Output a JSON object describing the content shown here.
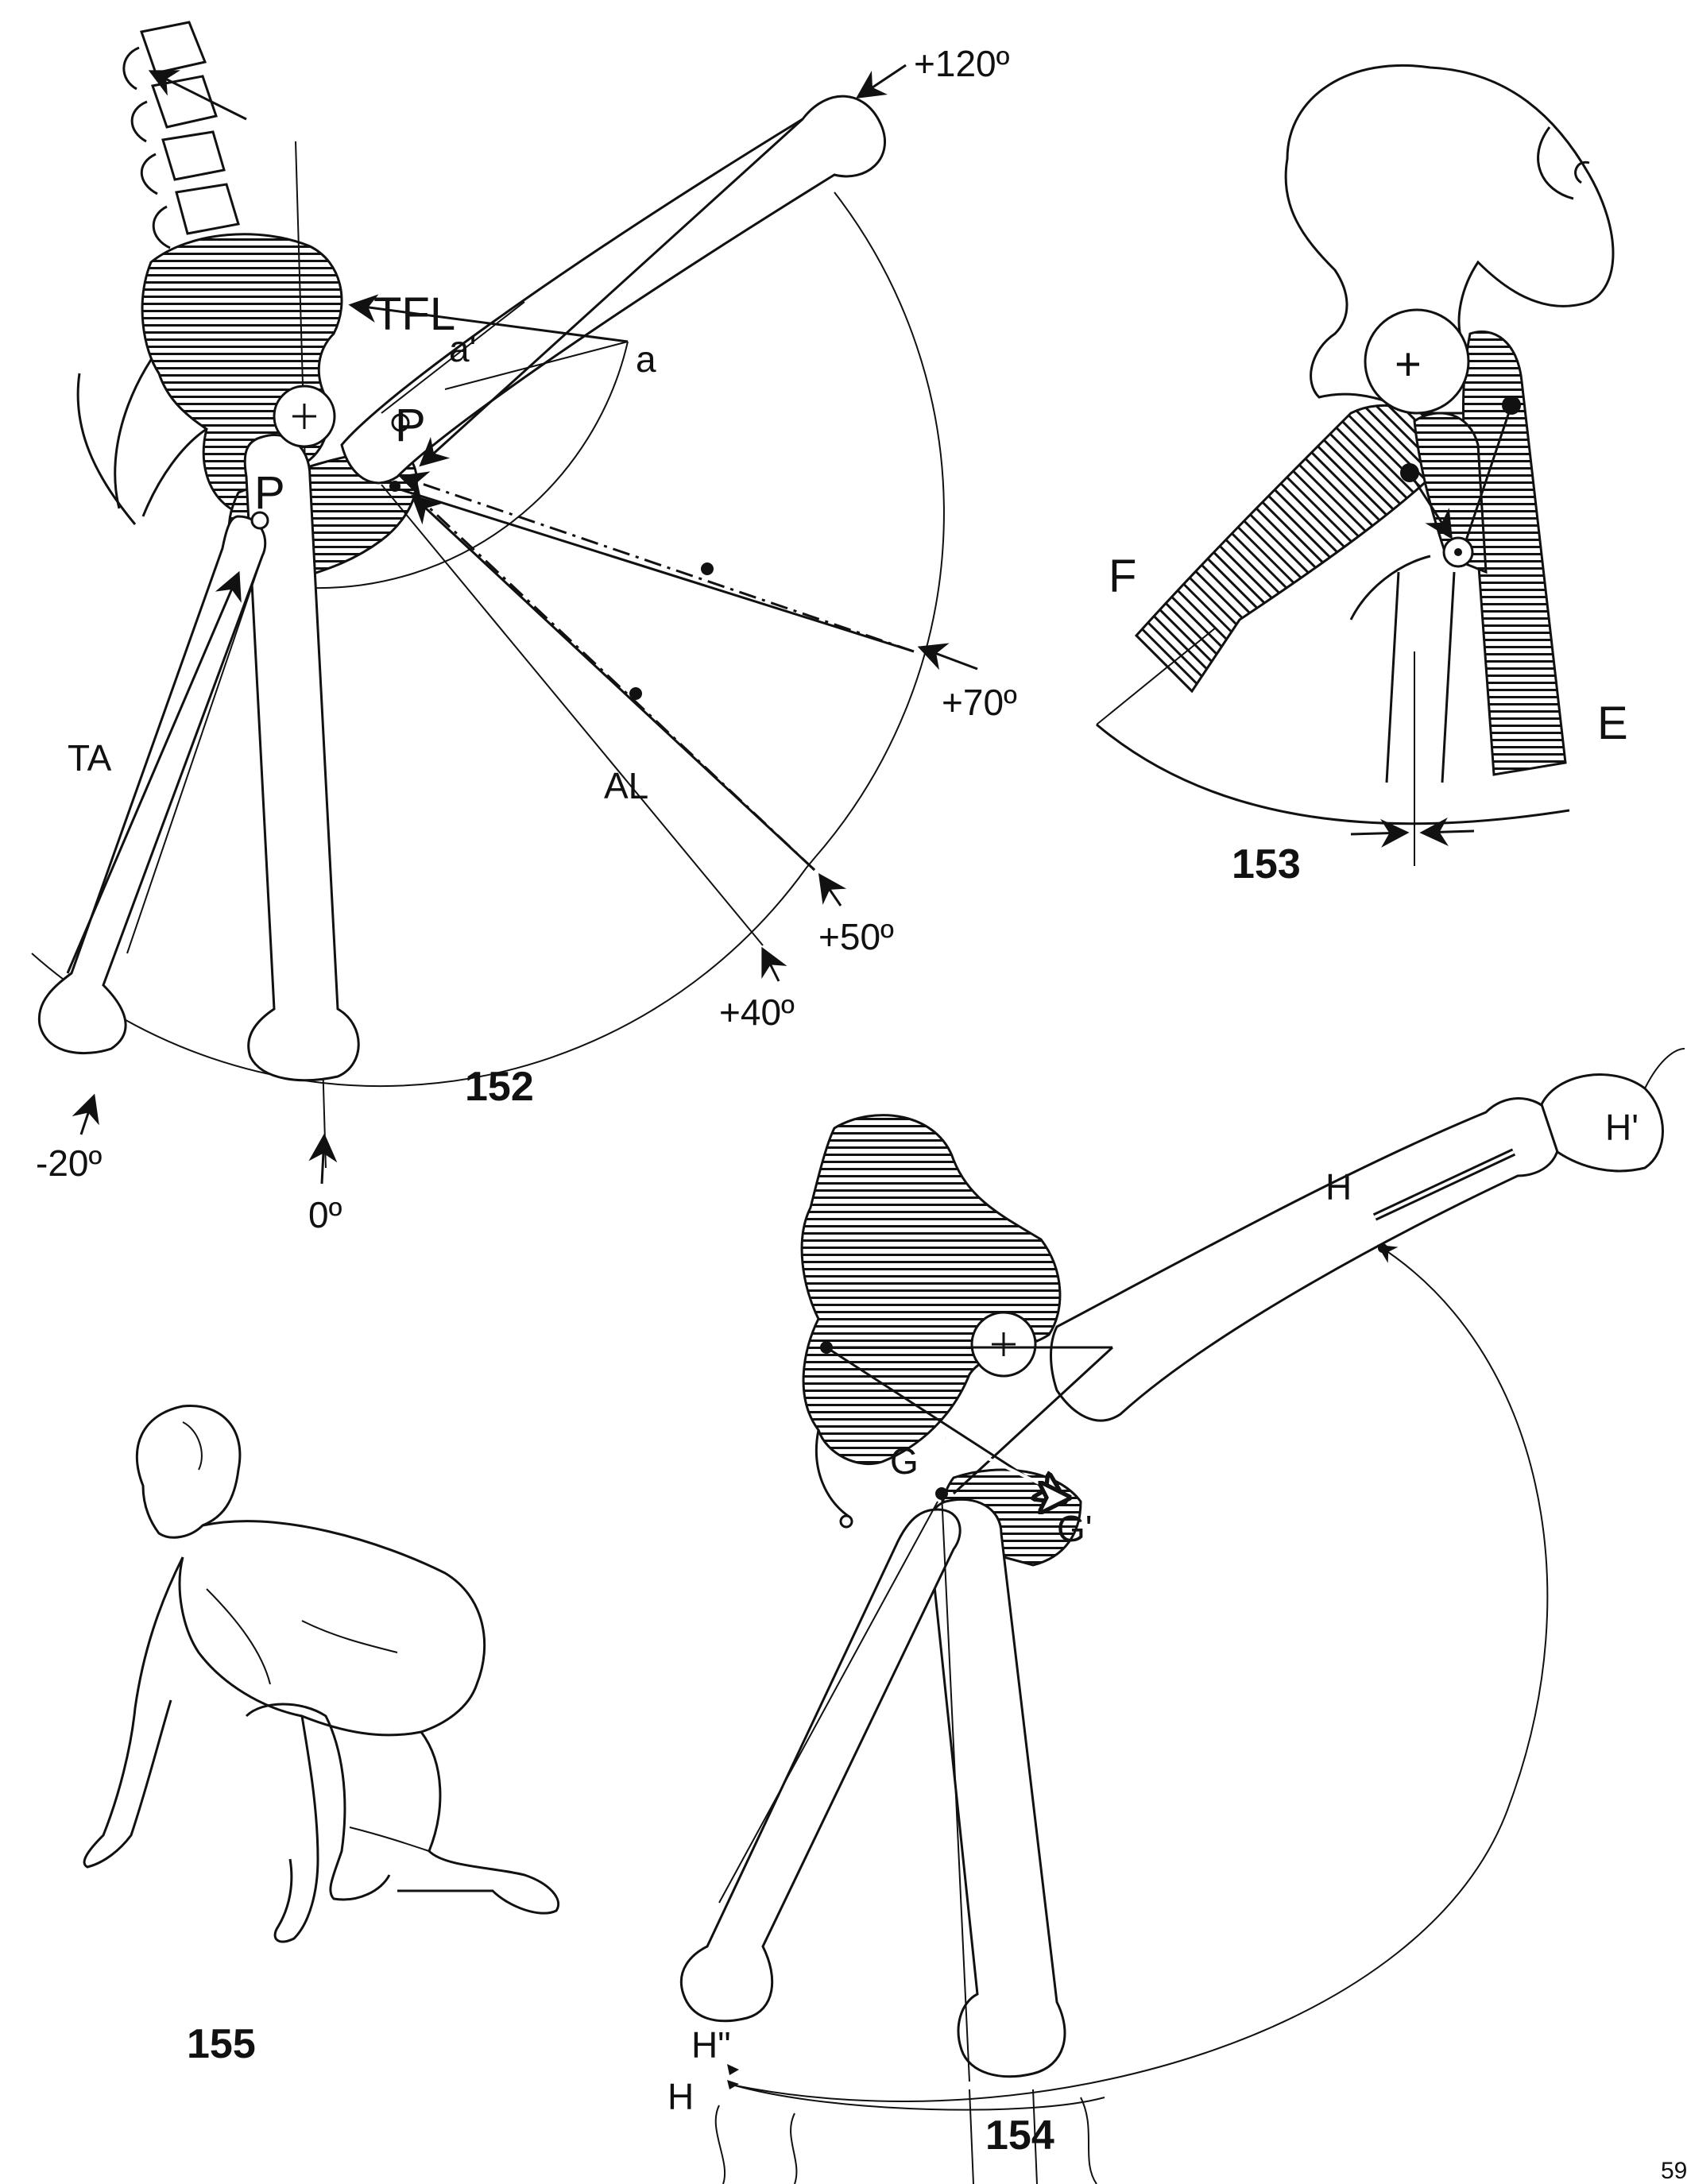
{
  "fig152": {
    "number": "152",
    "muscles": {
      "tfl": "TFL",
      "al": "AL",
      "ta": "TA"
    },
    "points": {
      "a": "a",
      "a_prime": "a'",
      "p_upper": "P",
      "p_lower": "P"
    },
    "angles": {
      "a120": "+120º",
      "a70": "+70º",
      "a50": "+50º",
      "a40": "+40º",
      "a0": "0º",
      "m20": "-20º"
    }
  },
  "fig153": {
    "number": "153",
    "flexion": "F",
    "extension": "E",
    "center_mark": "+"
  },
  "fig154": {
    "number": "154",
    "labels": {
      "g": "G",
      "g_prime": "G'",
      "h": "H",
      "h_prime": "H'",
      "h_second": "H\"",
      "h_low": "H"
    }
  },
  "fig155": {
    "number": "155"
  },
  "page_number": "59"
}
